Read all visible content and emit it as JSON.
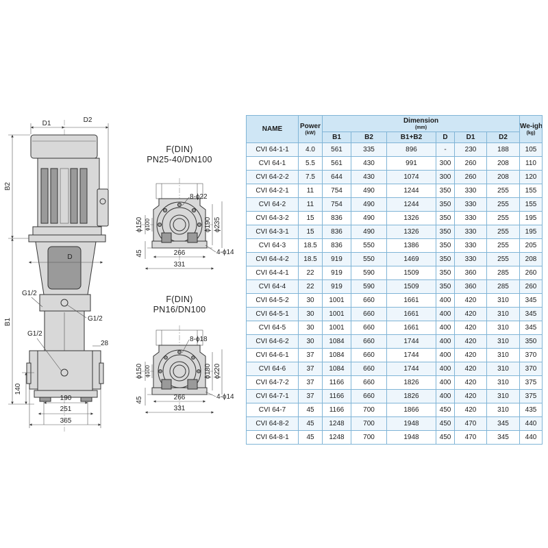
{
  "drawing": {
    "pump_labels": {
      "d1": "D1",
      "d2": "D2",
      "b2": "B2",
      "b1": "B1",
      "d": "D",
      "g_top": "G1/2",
      "g_mid": "G1/2",
      "g_low": "G1/2",
      "dim_28": "28",
      "dim_140": "140",
      "dim_190": "190",
      "dim_251": "251",
      "dim_365": "365"
    },
    "flange_top": {
      "title": "F(DIN)",
      "subtitle": "PN25-40/DN100",
      "bolt": "8-ϕ22",
      "inner": "ϕ100",
      "outer": "ϕ150",
      "pcd": "ϕ190",
      "od": "ϕ235",
      "base_holes": "4-ϕ14",
      "h45": "45",
      "w266": "266",
      "w331": "331"
    },
    "flange_bottom": {
      "title": "F(DIN)",
      "subtitle": "PN16/DN100",
      "bolt": "8-ϕ18",
      "inner": "ϕ100",
      "outer": "ϕ150",
      "pcd": "ϕ180",
      "od": "ϕ220",
      "base_holes": "4-ϕ14",
      "h45": "45",
      "w266": "266",
      "w331": "331"
    }
  },
  "table": {
    "headers": {
      "name": "NAME",
      "power": "Power",
      "power_unit": "(kW)",
      "dimension": "Dimension",
      "dimension_unit": "(mm)",
      "weight": "We-ight",
      "weight_unit": "(kg)",
      "b1": "B1",
      "b2": "B2",
      "b1b2": "B1+B2",
      "d": "D",
      "d1": "D1",
      "d2": "D2"
    },
    "rows": [
      [
        "CVI 64-1-1",
        "4.0",
        "561",
        "335",
        "896",
        "-",
        "230",
        "188",
        "105"
      ],
      [
        "CVI 64-1",
        "5.5",
        "561",
        "430",
        "991",
        "300",
        "260",
        "208",
        "110"
      ],
      [
        "CVI 64-2-2",
        "7.5",
        "644",
        "430",
        "1074",
        "300",
        "260",
        "208",
        "120"
      ],
      [
        "CVI 64-2-1",
        "11",
        "754",
        "490",
        "1244",
        "350",
        "330",
        "255",
        "155"
      ],
      [
        "CVI 64-2",
        "11",
        "754",
        "490",
        "1244",
        "350",
        "330",
        "255",
        "155"
      ],
      [
        "CVI 64-3-2",
        "15",
        "836",
        "490",
        "1326",
        "350",
        "330",
        "255",
        "195"
      ],
      [
        "CVI 64-3-1",
        "15",
        "836",
        "490",
        "1326",
        "350",
        "330",
        "255",
        "195"
      ],
      [
        "CVI 64-3",
        "18.5",
        "836",
        "550",
        "1386",
        "350",
        "330",
        "255",
        "205"
      ],
      [
        "CVI 64-4-2",
        "18.5",
        "919",
        "550",
        "1469",
        "350",
        "330",
        "255",
        "208"
      ],
      [
        "CVI 64-4-1",
        "22",
        "919",
        "590",
        "1509",
        "350",
        "360",
        "285",
        "260"
      ],
      [
        "CVI 64-4",
        "22",
        "919",
        "590",
        "1509",
        "350",
        "360",
        "285",
        "260"
      ],
      [
        "CVI 64-5-2",
        "30",
        "1001",
        "660",
        "1661",
        "400",
        "420",
        "310",
        "345"
      ],
      [
        "CVI 64-5-1",
        "30",
        "1001",
        "660",
        "1661",
        "400",
        "420",
        "310",
        "345"
      ],
      [
        "CVI 64-5",
        "30",
        "1001",
        "660",
        "1661",
        "400",
        "420",
        "310",
        "345"
      ],
      [
        "CVI 64-6-2",
        "30",
        "1084",
        "660",
        "1744",
        "400",
        "420",
        "310",
        "350"
      ],
      [
        "CVI 64-6-1",
        "37",
        "1084",
        "660",
        "1744",
        "400",
        "420",
        "310",
        "370"
      ],
      [
        "CVI 64-6",
        "37",
        "1084",
        "660",
        "1744",
        "400",
        "420",
        "310",
        "370"
      ],
      [
        "CVI 64-7-2",
        "37",
        "1166",
        "660",
        "1826",
        "400",
        "420",
        "310",
        "375"
      ],
      [
        "CVI 64-7-1",
        "37",
        "1166",
        "660",
        "1826",
        "400",
        "420",
        "310",
        "375"
      ],
      [
        "CVI 64-7",
        "45",
        "1166",
        "700",
        "1866",
        "450",
        "420",
        "310",
        "435"
      ],
      [
        "CVI 64-8-2",
        "45",
        "1248",
        "700",
        "1948",
        "450",
        "470",
        "345",
        "440"
      ],
      [
        "CVI 64-8-1",
        "45",
        "1248",
        "700",
        "1948",
        "450",
        "470",
        "345",
        "440"
      ]
    ]
  }
}
